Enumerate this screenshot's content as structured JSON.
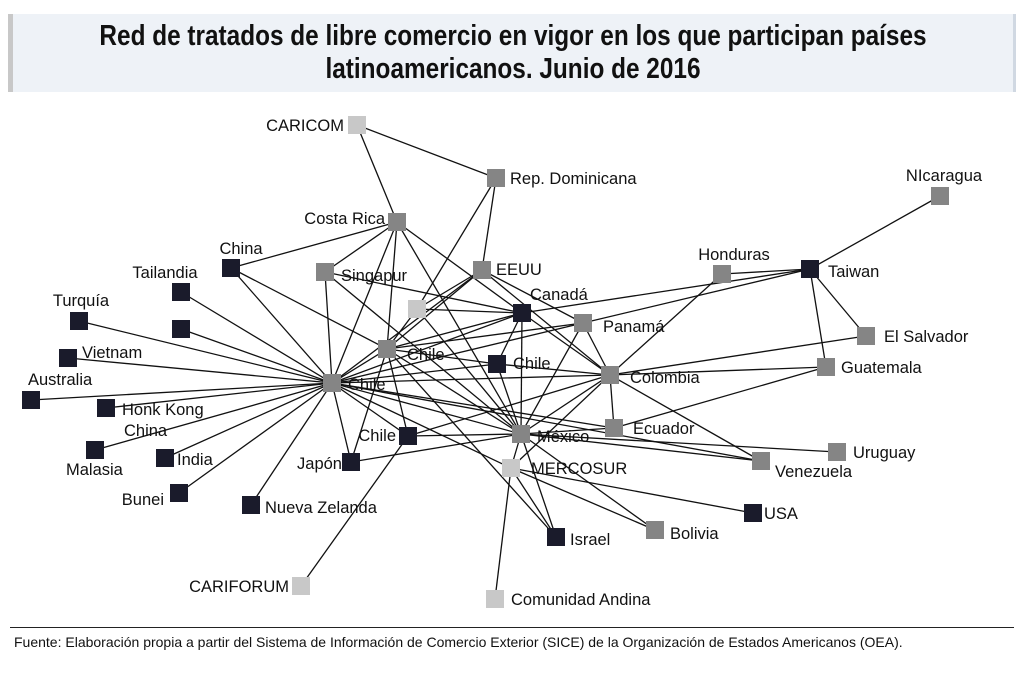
{
  "title": "Red de tratados de libre comercio en vigor en los que participan países latinoamericanos. Junio de 2016",
  "footer": "Fuente: Elaboración propia a partir del Sistema de Información de Comercio Exterior (SICE) de la Organización de Estados Americanos (OEA).",
  "colors": {
    "dark": "#1a1b2b",
    "gray": "#858585",
    "light": "#c8c8c8",
    "edge": "#111111"
  },
  "nodes": [
    {
      "id": "caricom",
      "label": "CARICOM",
      "tone": "light"
    },
    {
      "id": "repdom",
      "label": "Rep. Dominicana",
      "tone": "gray"
    },
    {
      "id": "costarica",
      "label": "Costa Rica",
      "tone": "gray"
    },
    {
      "id": "nicaragua",
      "label": "NIcaragua",
      "tone": "gray"
    },
    {
      "id": "china",
      "label": "China",
      "tone": "dark"
    },
    {
      "id": "tailandia",
      "label": "Tailandia",
      "tone": "dark"
    },
    {
      "id": "singapur",
      "label": "Singapur",
      "tone": "gray"
    },
    {
      "id": "eeuu",
      "label": "EEUU",
      "tone": "gray"
    },
    {
      "id": "honduras",
      "label": "Honduras",
      "tone": "gray"
    },
    {
      "id": "taiwan",
      "label": "Taiwan",
      "tone": "dark"
    },
    {
      "id": "turquia",
      "label": "Turquía",
      "tone": "dark"
    },
    {
      "id": "unl_dark",
      "label": "",
      "tone": "dark"
    },
    {
      "id": "unl_light",
      "label": "",
      "tone": "light"
    },
    {
      "id": "canada",
      "label": "Canadá",
      "tone": "dark"
    },
    {
      "id": "panama",
      "label": "Panamá",
      "tone": "gray"
    },
    {
      "id": "elsalvador",
      "label": "El Salvador",
      "tone": "gray"
    },
    {
      "id": "vietnam",
      "label": "Vietnam",
      "tone": "dark"
    },
    {
      "id": "chile1",
      "label": "Chile",
      "tone": "gray"
    },
    {
      "id": "chile2",
      "label": "Chile",
      "tone": "dark"
    },
    {
      "id": "guatemala",
      "label": "Guatemala",
      "tone": "gray"
    },
    {
      "id": "australia",
      "label": "Australia",
      "tone": "dark"
    },
    {
      "id": "chile3",
      "label": "Chile",
      "tone": "gray"
    },
    {
      "id": "colombia",
      "label": "Colombia",
      "tone": "gray"
    },
    {
      "id": "hongkong",
      "label": "Honk Kong",
      "label2": "China",
      "tone": "dark"
    },
    {
      "id": "malasia",
      "label": "Malasia",
      "tone": "dark"
    },
    {
      "id": "india",
      "label": "India",
      "tone": "dark"
    },
    {
      "id": "chile4",
      "label": "Chile",
      "tone": "dark"
    },
    {
      "id": "mexico",
      "label": "México",
      "tone": "gray"
    },
    {
      "id": "ecuador",
      "label": "Ecuador",
      "tone": "gray"
    },
    {
      "id": "uruguay",
      "label": "Uruguay",
      "tone": "gray"
    },
    {
      "id": "japon",
      "label": "Japón",
      "tone": "dark"
    },
    {
      "id": "venezuela",
      "label": "Venezuela",
      "tone": "gray"
    },
    {
      "id": "mercosur",
      "label": "MERCOSUR",
      "tone": "light"
    },
    {
      "id": "bunei",
      "label": "Bunei",
      "tone": "dark"
    },
    {
      "id": "nuevazelanda",
      "label": "Nueva Zelanda",
      "tone": "dark"
    },
    {
      "id": "usa",
      "label": "USA",
      "tone": "dark"
    },
    {
      "id": "bolivia",
      "label": "Bolivia",
      "tone": "gray"
    },
    {
      "id": "israel",
      "label": "Israel",
      "tone": "dark"
    },
    {
      "id": "cariforum",
      "label": "CARIFORUM",
      "tone": "light"
    },
    {
      "id": "comunidad",
      "label": "Comunidad Andina",
      "tone": "light"
    }
  ],
  "edges": [
    [
      "caricom",
      "repdom"
    ],
    [
      "caricom",
      "costarica"
    ],
    [
      "repdom",
      "eeuu"
    ],
    [
      "repdom",
      "unl_light"
    ],
    [
      "costarica",
      "china"
    ],
    [
      "costarica",
      "singapur"
    ],
    [
      "costarica",
      "chile1"
    ],
    [
      "costarica",
      "mexico"
    ],
    [
      "costarica",
      "canada"
    ],
    [
      "costarica",
      "chile3"
    ],
    [
      "china",
      "chile3"
    ],
    [
      "china",
      "chile1"
    ],
    [
      "tailandia",
      "chile3"
    ],
    [
      "singapur",
      "chile3"
    ],
    [
      "singapur",
      "canada"
    ],
    [
      "singapur",
      "mexico"
    ],
    [
      "eeuu",
      "chile3"
    ],
    [
      "eeuu",
      "chile1"
    ],
    [
      "eeuu",
      "unl_light"
    ],
    [
      "eeuu",
      "colombia"
    ],
    [
      "eeuu",
      "panama"
    ],
    [
      "canada",
      "chile3"
    ],
    [
      "canada",
      "chile1"
    ],
    [
      "canada",
      "unl_light"
    ],
    [
      "canada",
      "chile2"
    ],
    [
      "canada",
      "mexico"
    ],
    [
      "canada",
      "colombia"
    ],
    [
      "canada",
      "taiwan"
    ],
    [
      "honduras",
      "taiwan"
    ],
    [
      "honduras",
      "colombia"
    ],
    [
      "taiwan",
      "nicaragua"
    ],
    [
      "taiwan",
      "elsalvador"
    ],
    [
      "taiwan",
      "guatemala"
    ],
    [
      "taiwan",
      "panama"
    ],
    [
      "panama",
      "chile3"
    ],
    [
      "panama",
      "chile1"
    ],
    [
      "panama",
      "mexico"
    ],
    [
      "panama",
      "colombia"
    ],
    [
      "chile2",
      "chile1"
    ],
    [
      "chile2",
      "mexico"
    ],
    [
      "chile2",
      "colombia"
    ],
    [
      "chile2",
      "chile3"
    ],
    [
      "colombia",
      "chile3"
    ],
    [
      "colombia",
      "chile4"
    ],
    [
      "colombia",
      "mexico"
    ],
    [
      "colombia",
      "ecuador"
    ],
    [
      "colombia",
      "elsalvador"
    ],
    [
      "colombia",
      "guatemala"
    ],
    [
      "colombia",
      "venezuela"
    ],
    [
      "colombia",
      "mercosur"
    ],
    [
      "chile3",
      "turquia"
    ],
    [
      "chile3",
      "unl_dark"
    ],
    [
      "chile3",
      "vietnam"
    ],
    [
      "chile3",
      "australia"
    ],
    [
      "chile3",
      "hongkong"
    ],
    [
      "chile3",
      "malasia"
    ],
    [
      "chile3",
      "india"
    ],
    [
      "chile3",
      "bunei"
    ],
    [
      "chile3",
      "nuevazelanda"
    ],
    [
      "chile3",
      "japon"
    ],
    [
      "chile3",
      "chile4"
    ],
    [
      "chile3",
      "mexico"
    ],
    [
      "chile3",
      "mercosur"
    ],
    [
      "chile3",
      "ecuador"
    ],
    [
      "chile3",
      "venezuela"
    ],
    [
      "chile3",
      "chile1"
    ],
    [
      "chile1",
      "chile4"
    ],
    [
      "chile1",
      "mexico"
    ],
    [
      "chile1",
      "israel"
    ],
    [
      "chile1",
      "japon"
    ],
    [
      "chile4",
      "mexico"
    ],
    [
      "chile4",
      "cariforum"
    ],
    [
      "mexico",
      "japon"
    ],
    [
      "mexico",
      "uruguay"
    ],
    [
      "mexico",
      "ecuador"
    ],
    [
      "mexico",
      "venezuela"
    ],
    [
      "mexico",
      "bolivia"
    ],
    [
      "mexico",
      "israel"
    ],
    [
      "mexico",
      "mercosur"
    ],
    [
      "mercosur",
      "israel"
    ],
    [
      "mercosur",
      "comunidad"
    ],
    [
      "mercosur",
      "usa"
    ],
    [
      "mercosur",
      "bolivia"
    ],
    [
      "guatemala",
      "ecuador"
    ],
    [
      "unl_light",
      "mexico"
    ],
    [
      "unl_light",
      "chile1"
    ]
  ]
}
